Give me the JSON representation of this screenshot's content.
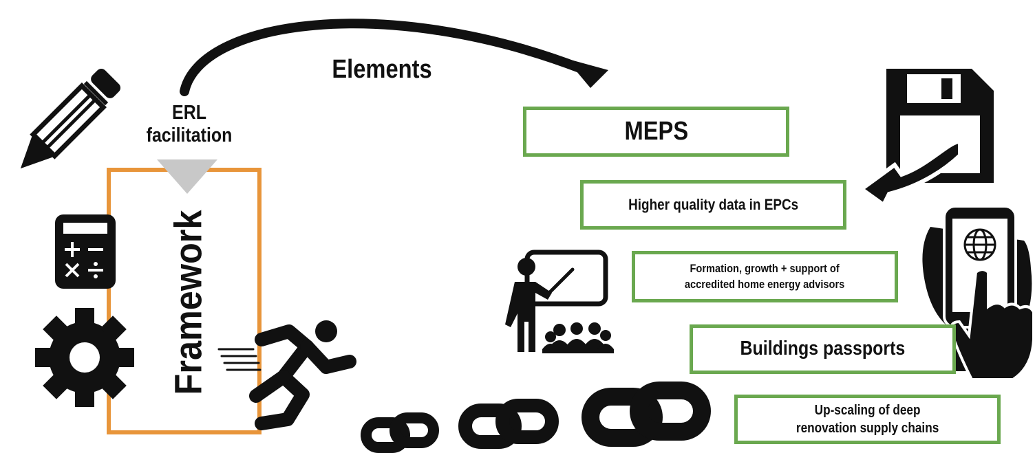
{
  "arrow_label": "Elements",
  "facilitation_label": [
    "ERL",
    "facilitation"
  ],
  "framework_label": "Framework",
  "elements": [
    {
      "text": [
        "MEPS"
      ]
    },
    {
      "text": [
        "Higher quality data in EPCs"
      ]
    },
    {
      "text": [
        "Formation, growth + support of",
        "accredited home energy advisors"
      ]
    },
    {
      "text": [
        "Buildings passports"
      ]
    },
    {
      "text": [
        "Up-scaling of deep",
        "renovation supply chains"
      ]
    }
  ],
  "colors": {
    "framework_border": "#e8953a",
    "element_border": "#6aa84f",
    "icon_fill": "#111111",
    "facilitation_triangle": "#c8c8c8"
  },
  "icons": [
    "pencil-icon",
    "calculator-icon",
    "gear-icon",
    "runner-icon",
    "teacher-icon",
    "floppy-disk-icon",
    "smartphone-globe-icon",
    "chain-link-icon"
  ]
}
